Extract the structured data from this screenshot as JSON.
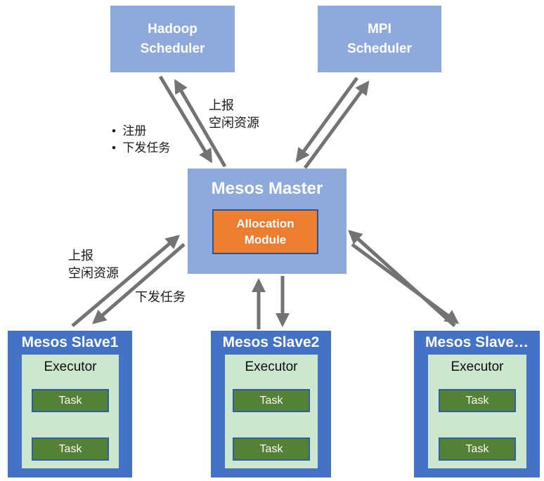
{
  "diagram": {
    "nodes": {
      "hadoop_scheduler": {
        "line1": "Hadoop",
        "line2": "Scheduler"
      },
      "mpi_scheduler": {
        "line1": "MPI",
        "line2": "Scheduler"
      },
      "mesos_master": {
        "title": "Mesos Master",
        "allocation_module": {
          "line1": "Allocation",
          "line2": "Module"
        }
      },
      "slaves": [
        {
          "title": "Mesos Slave1",
          "executor": "Executor",
          "tasks": [
            "Task",
            "Task"
          ]
        },
        {
          "title": "Mesos Slave2",
          "executor": "Executor",
          "tasks": [
            "Task",
            "Task"
          ]
        },
        {
          "title": "Mesos Slave…",
          "executor": "Executor",
          "tasks": [
            "Task",
            "Task"
          ]
        }
      ]
    },
    "labels": {
      "report_idle_top": "上报\n空闲资源",
      "register_bullets": "•  注册\n•  下发任务",
      "report_idle_left": "上报\n空闲资源",
      "dispatch_tasks_left": "下发任务"
    },
    "colors": {
      "scheduler_fill": "#8EA9DB",
      "master_fill": "#8EA9DB",
      "slave_fill": "#4472C4",
      "executor_fill": "#CDE6CE",
      "task_fill": "#538135",
      "task_border": "#2E5FA3",
      "allocation_fill": "#ED7D31",
      "allocation_border": "#2E5395",
      "arrow": "#737373"
    }
  }
}
